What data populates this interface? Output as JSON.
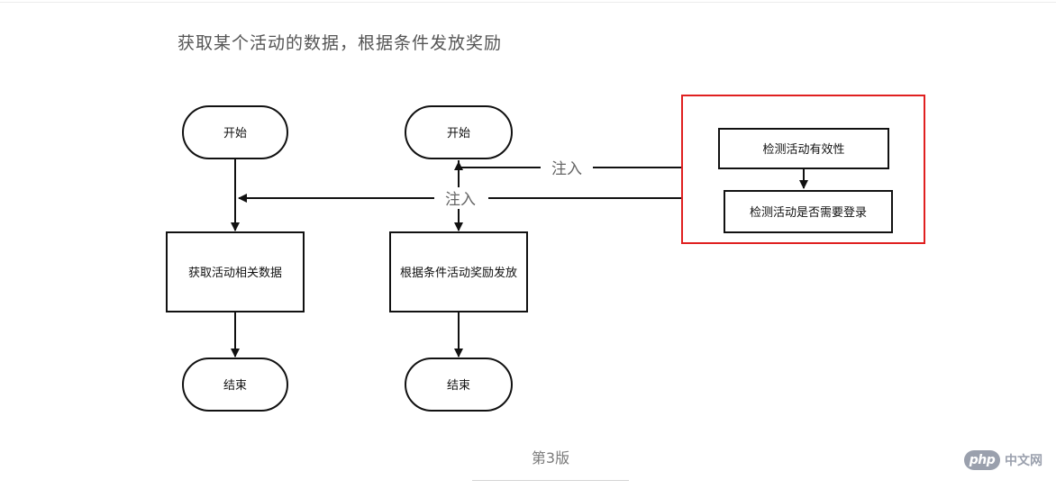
{
  "heading": "获取某个活动的数据，根据条件发放奖励",
  "left_flow": {
    "start": "开始",
    "process": "获取活动相关数据",
    "end": "结束"
  },
  "middle_flow": {
    "start": "开始",
    "process": "根据条件活动奖励发放",
    "end": "结束"
  },
  "aspect_box": {
    "check_validity": "检测活动有效性",
    "check_login": "检测活动是否需要登录",
    "highlight_color": "#e02020"
  },
  "inject_labels": {
    "upper": "注入",
    "lower": "注入"
  },
  "caption": "第3版",
  "watermark": {
    "logo": "php",
    "text": "中文网"
  }
}
